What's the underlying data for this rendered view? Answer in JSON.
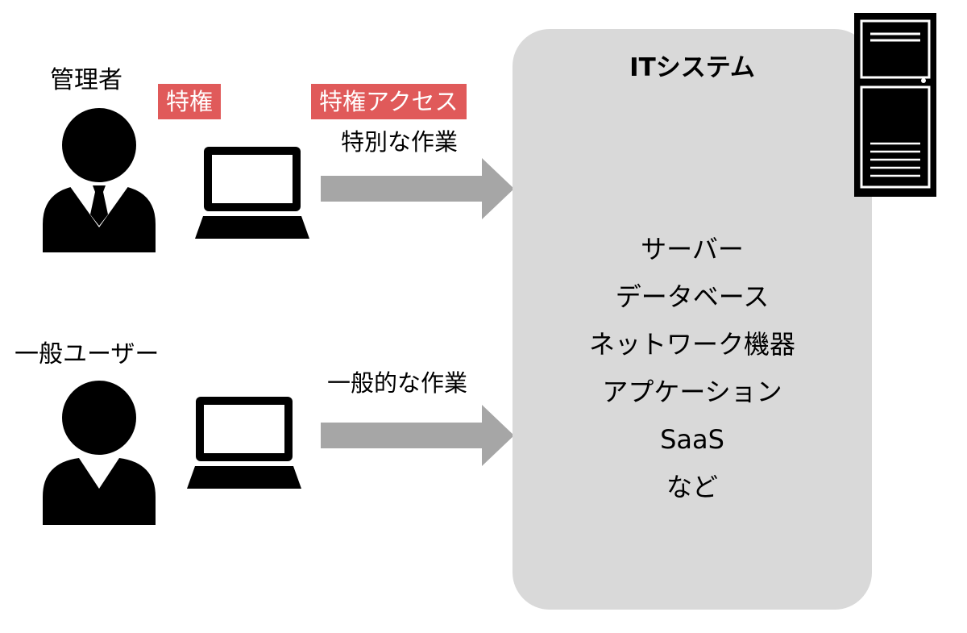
{
  "admin": {
    "label": "管理者",
    "privilege_tag": "特権"
  },
  "general_user": {
    "label": "一般ユーザー"
  },
  "flows": {
    "privileged": {
      "tag": "特権アクセス",
      "task": "特別な作業"
    },
    "general": {
      "task": "一般的な作業"
    }
  },
  "it_system": {
    "title": "ITシステム",
    "items": [
      "サーバー",
      "データベース",
      "ネットワーク機器",
      "アプケーション",
      "SaaS",
      "など"
    ]
  },
  "colors": {
    "tag_bg": "#e05a5a",
    "panel_bg": "#d9d9d9",
    "arrow": "#a6a6a6"
  },
  "icons": [
    "admin-user-icon",
    "general-user-icon",
    "laptop-icon",
    "server-tower-icon",
    "arrow-right-icon"
  ]
}
